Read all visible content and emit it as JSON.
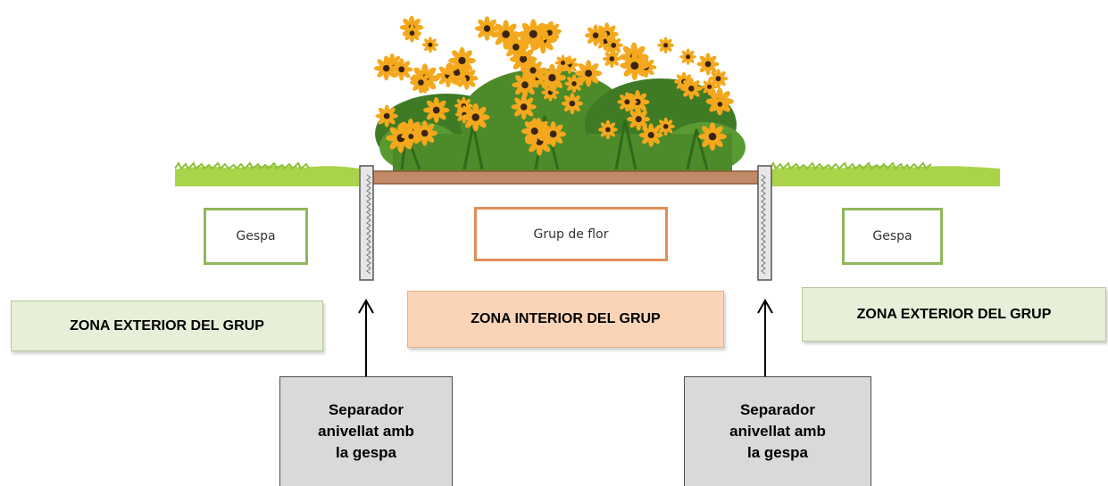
{
  "labels": {
    "lawn_left": "Gespa",
    "flower_bed": "Grup de flor",
    "lawn_right": "Gespa"
  },
  "zones": {
    "exterior_left": "ZONA EXTERIOR DEL GRUP",
    "interior": "ZONA INTERIOR DEL GRUP",
    "exterior_right": "ZONA EXTERIOR DEL GRUP"
  },
  "separators": {
    "left": "Separador\nanivellat amb\nla gespa",
    "right": "Separador\nanivellat amb\nla gespa"
  },
  "colors": {
    "grass": "#a9d44a",
    "soil_bar": "#c08a67",
    "soil_border": "#8a5a3c",
    "lawn_label_border": "#8fb85a",
    "flower_label_border": "#e08e58",
    "exterior_zone_fill": "#e7efd9",
    "exterior_zone_border": "#b6c99a",
    "interior_zone_fill": "#fbd4b8",
    "interior_zone_border": "#e8b08a",
    "separator_fill": "#d9d9d9",
    "petal": "#f3a81d",
    "flower_center": "#3b2410",
    "foliage": "#4d8a2a"
  },
  "icons": [
    "flower-cluster-icon",
    "arrow-up-icon"
  ]
}
